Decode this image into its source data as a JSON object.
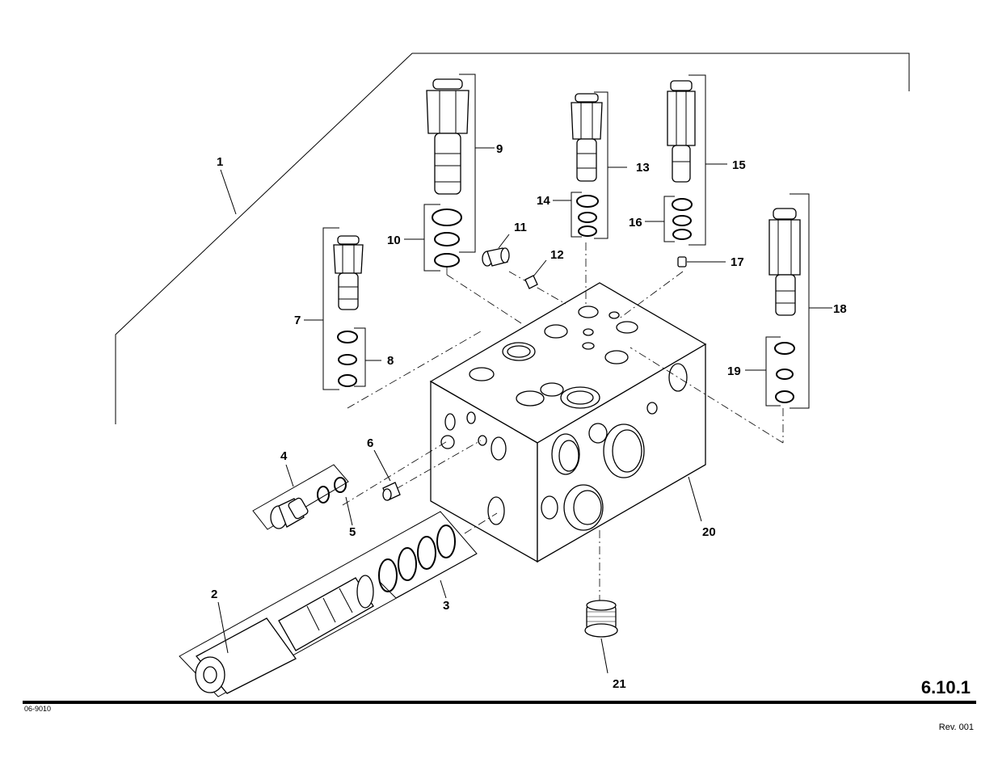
{
  "callouts": [
    "1",
    "2",
    "3",
    "4",
    "5",
    "6",
    "7",
    "8",
    "9",
    "10",
    "11",
    "12",
    "13",
    "14",
    "15",
    "16",
    "17",
    "18",
    "19",
    "20",
    "21"
  ],
  "page_number": "6.10.1",
  "drawing_code": "06-9010",
  "revision": "Rev. 001"
}
